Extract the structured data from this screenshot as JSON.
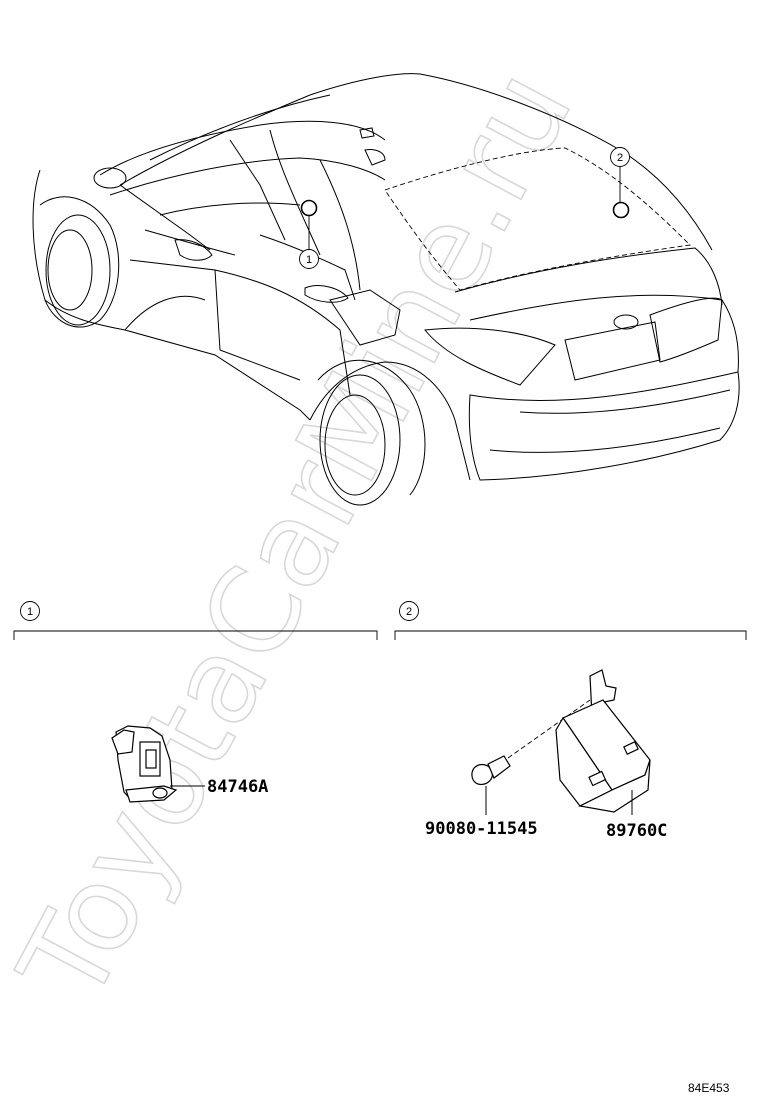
{
  "callouts": {
    "loc1": "1",
    "loc2": "2",
    "section1": "1",
    "section2": "2"
  },
  "parts": {
    "switch_part_no": "84746A",
    "bolt_part_no": "90080-11545",
    "module_part_no": "89760C"
  },
  "watermark": "ToyotaCarMine.ru",
  "figure_ref": "84E453"
}
